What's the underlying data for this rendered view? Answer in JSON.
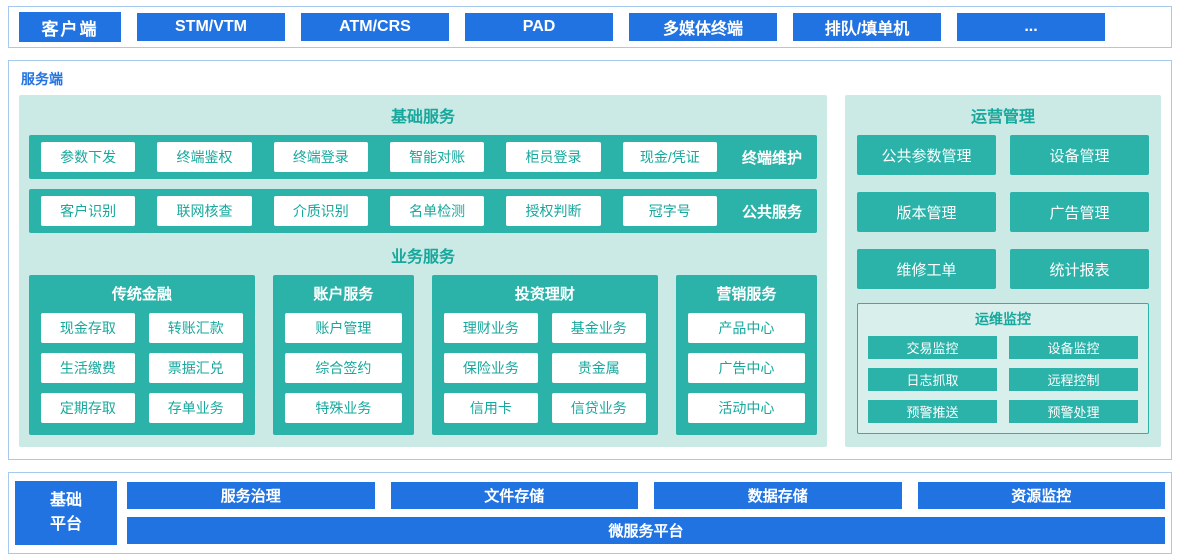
{
  "client": {
    "label": "客户端",
    "terminals": [
      "STM/VTM",
      "ATM/CRS",
      "PAD",
      "多媒体终端",
      "排队/填单机",
      "..."
    ]
  },
  "server": {
    "label": "服务端",
    "basic": {
      "title": "基础服务",
      "rows": [
        {
          "tag": "终端维护",
          "items": [
            "参数下发",
            "终端鉴权",
            "终端登录",
            "智能对账",
            "柜员登录",
            "现金/凭证"
          ]
        },
        {
          "tag": "公共服务",
          "items": [
            "客户识别",
            "联网核查",
            "介质识别",
            "名单检测",
            "授权判断",
            "冠字号"
          ]
        }
      ]
    },
    "business": {
      "title": "业务服务",
      "groups": [
        {
          "title": "传统金融",
          "items": [
            "现金存取",
            "转账汇款",
            "生活缴费",
            "票据汇兑",
            "定期存取",
            "存单业务"
          ]
        },
        {
          "title": "账户服务",
          "items": [
            "账户管理",
            "综合签约",
            "特殊业务"
          ]
        },
        {
          "title": "投资理财",
          "items": [
            "理财业务",
            "基金业务",
            "保险业务",
            "贵金属",
            "信用卡",
            "信贷业务"
          ]
        },
        {
          "title": "营销服务",
          "items": [
            "产品中心",
            "广告中心",
            "活动中心"
          ]
        }
      ]
    },
    "operations": {
      "title": "运营管理",
      "items": [
        "公共参数管理",
        "设备管理",
        "版本管理",
        "广告管理",
        "维修工单",
        "统计报表"
      ],
      "monitoring": {
        "title": "运维监控",
        "items": [
          "交易监控",
          "设备监控",
          "日志抓取",
          "远程控制",
          "预警推送",
          "预警处理"
        ]
      }
    }
  },
  "platform": {
    "label": "基础平台",
    "items": [
      "服务治理",
      "文件存储",
      "数据存储",
      "资源监控"
    ],
    "bar": "微服务平台"
  },
  "colors": {
    "blue": "#2273e2",
    "teal": "#2bb3a9",
    "mint": "#cceae5",
    "panel_border": "#a6c9f0"
  }
}
